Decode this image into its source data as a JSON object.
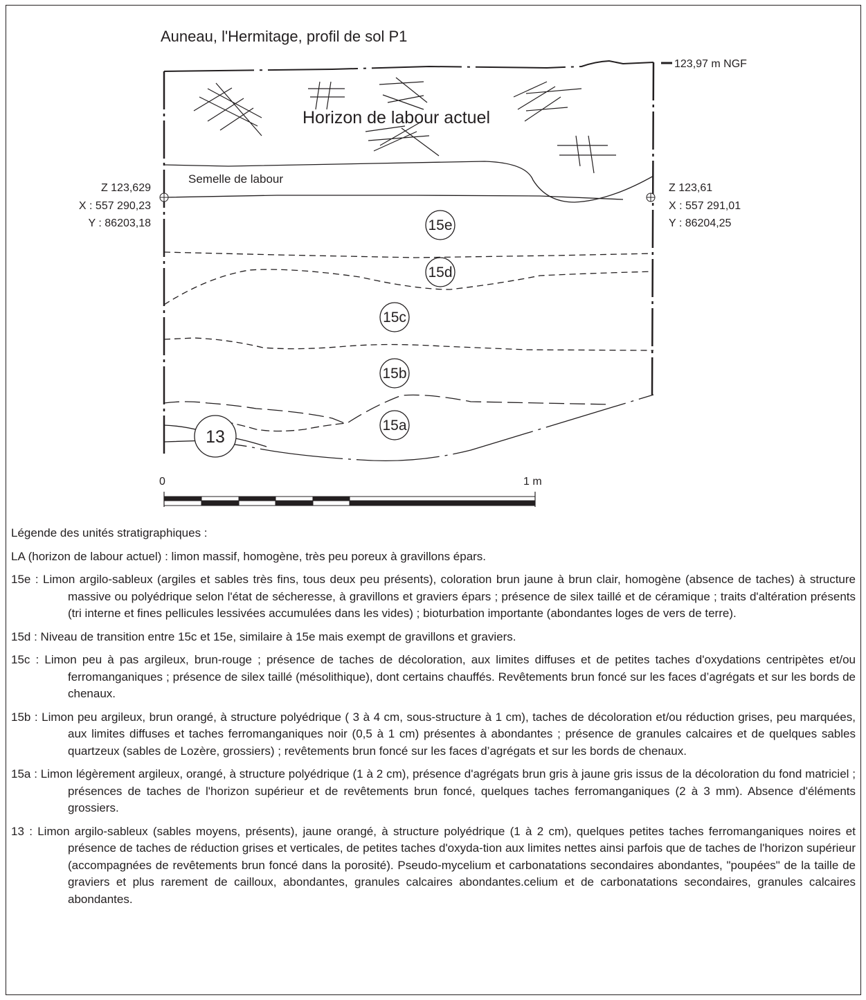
{
  "title": "Auneau, l'Hermitage, profil de sol P1",
  "top_elevation": "123,97 m NGF",
  "left_point": {
    "z": "Z 123,629",
    "x": "X : 557 290,23",
    "y": "Y : 86203,18"
  },
  "right_point": {
    "z": "Z 123,61",
    "x": "X : 557 291,01",
    "y": "Y : 86204,25"
  },
  "horizon_label": "Horizon de labour actuel",
  "semelle_label": "Semelle de labour",
  "units": [
    "15e",
    "15d",
    "15c",
    "15b",
    "15a",
    "13"
  ],
  "scale": {
    "start": "0",
    "end": "1 m"
  },
  "legend": {
    "title": "Légende des unités stratigraphiques :",
    "la": "LA (horizon de labour actuel) :  limon massif, homogène, très peu poreux à gravillons épars.",
    "entries": [
      {
        "code": "15e : ",
        "text": "Limon argilo-sableux (argiles et sables très fins, tous deux peu présents), coloration brun jaune à brun clair, homogène (absence de taches) à structure massive ou polyédrique selon l'état de sécheresse, à gravillons et graviers épars ; présence de silex taillé et de céramique ; traits d'altération présents (tri interne et fines pellicules lessivées accumulées dans les vides) ; bioturbation importante (abondantes loges de vers de terre)."
      },
      {
        "code": "15d : ",
        "text": "Niveau de transition entre 15c et 15e, similaire à 15e mais exempt de gravillons et graviers."
      },
      {
        "code": "15c :  ",
        "text": "Limon peu à pas argileux, brun-rouge ; présence de taches de décoloration, aux limites diffuses et de petites taches d'oxydations centripètes et/ou ferromanganiques ;  présence de silex taillé (mésolithique), dont certains chauffés. Revêtements brun foncé sur les faces d’agrégats et sur les bords de chenaux."
      },
      {
        "code": "15b : ",
        "text": "Limon peu argileux, brun orangé, à structure polyédrique ( 3 à 4 cm, sous-structure à 1 cm), taches de décoloration et/ou réduction grises, peu marquées, aux limites diffuses et taches ferromanganiques noir (0,5 à 1 cm) présentes à abondantes ; présence de granules calcaires et de quelques sables quartzeux (sables de Lozère, grossiers) ; revêtements brun foncé sur les faces d’agrégats et sur les bords de chenaux."
      },
      {
        "code": "15a : ",
        "text": "Limon légèrement argileux, orangé, à structure polyédrique (1 à 2 cm), présence d'agrégats brun gris à jaune gris issus de la décoloration du fond matriciel ; présences de taches de l'horizon supérieur et de revêtements brun foncé, quelques taches ferromanganiques (2 à 3 mm). Absence d'éléments grossiers."
      },
      {
        "code": "13 :   ",
        "text": "Limon argilo-sableux (sables moyens, présents), jaune orangé, à structure polyédrique (1 à 2 cm), quelques petites taches ferromanganiques noires et présence de taches de réduction grises et verticales, de petites taches d'oxyda-tion aux limites nettes ainsi parfois que de taches de l'horizon supérieur (accompagnées de revêtements brun foncé dans la porosité). Pseudo-mycelium et carbonatations secondaires abondantes, \"poupées\" de la taille de graviers et plus rarement de cailloux, abondantes, granules calcaires abondantes.celium et de carbonatations secondaires, granules calcaires abondantes."
      }
    ]
  }
}
